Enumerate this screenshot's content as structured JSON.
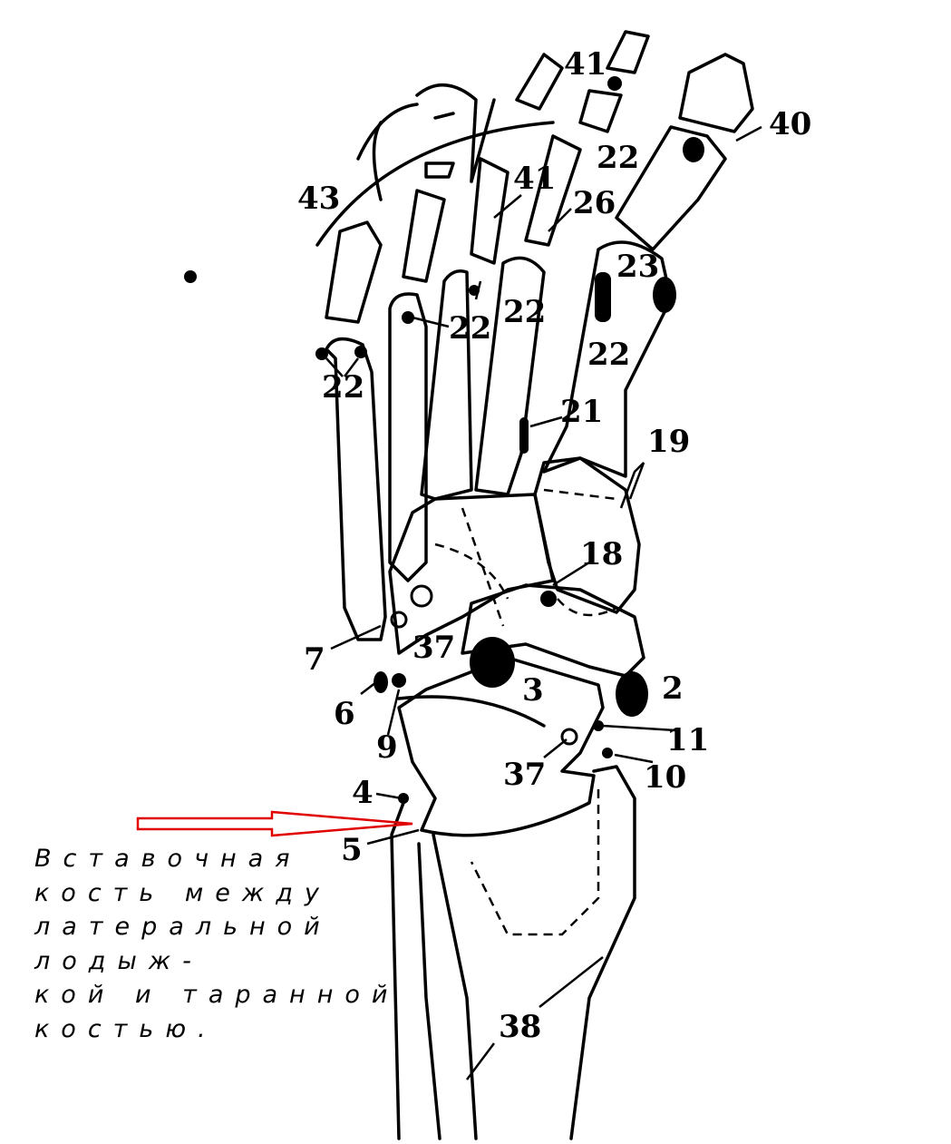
{
  "figure": {
    "labels": {
      "l41a": "41",
      "l40": "40",
      "l22a": "22",
      "l43": "43",
      "l41b": "41",
      "l26": "26",
      "l23": "23",
      "l22b": "22",
      "l22c": "22",
      "l22d": "22",
      "l22e": "22",
      "l21": "21",
      "l19": "19",
      "l18": "18",
      "l7": "7",
      "l37a": "37",
      "l2": "2",
      "l3": "3",
      "l6": "6",
      "l9": "9",
      "l11": "11",
      "l37b": "37",
      "l10": "10",
      "l4": "4",
      "l5": "5",
      "l38": "38"
    },
    "caption_lines": [
      "Вставочная",
      "кость между",
      "латеральной",
      "лодыж-",
      "кой и таранной",
      "костью."
    ],
    "arrow_color": "#e00000"
  }
}
